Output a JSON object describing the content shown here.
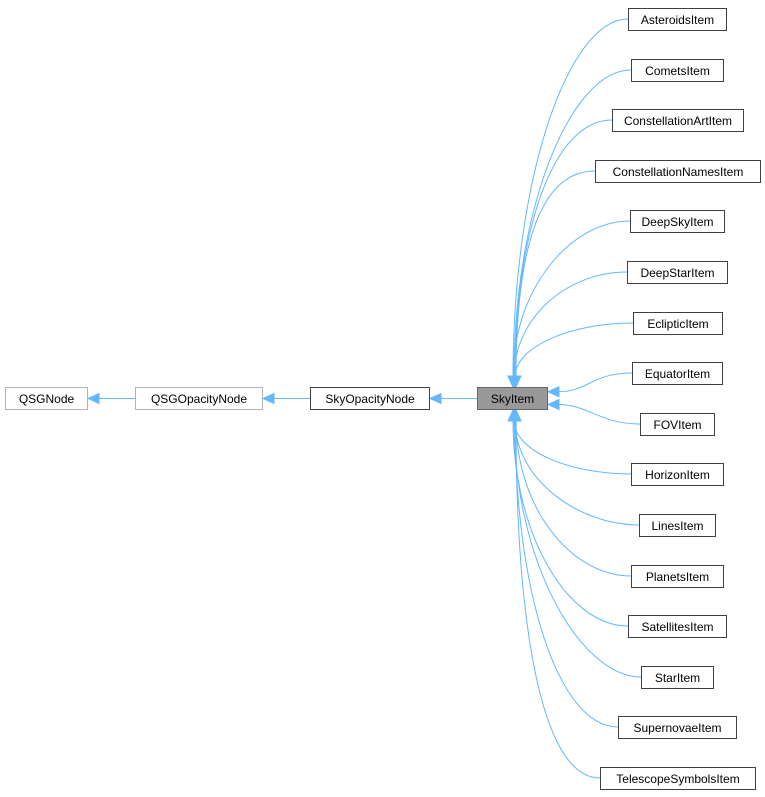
{
  "diagram": {
    "type": "inheritance-graph",
    "edge_color": "#63b8ff",
    "current_node_fill": "#999999",
    "chain": [
      {
        "id": "QSGNode",
        "label": "QSGNode",
        "style": "gray"
      },
      {
        "id": "QSGOpacityNode",
        "label": "QSGOpacityNode",
        "style": "gray"
      },
      {
        "id": "SkyOpacityNode",
        "label": "SkyOpacityNode",
        "style": "normal"
      },
      {
        "id": "SkyItem",
        "label": "SkyItem",
        "style": "current"
      }
    ],
    "children": [
      {
        "id": "AsteroidsItem",
        "label": "AsteroidsItem"
      },
      {
        "id": "CometsItem",
        "label": "CometsItem"
      },
      {
        "id": "ConstellationArtItem",
        "label": "ConstellationArtItem"
      },
      {
        "id": "ConstellationNamesItem",
        "label": "ConstellationNamesItem"
      },
      {
        "id": "DeepSkyItem",
        "label": "DeepSkyItem"
      },
      {
        "id": "DeepStarItem",
        "label": "DeepStarItem"
      },
      {
        "id": "EclipticItem",
        "label": "EclipticItem"
      },
      {
        "id": "EquatorItem",
        "label": "EquatorItem"
      },
      {
        "id": "FOVItem",
        "label": "FOVItem"
      },
      {
        "id": "HorizonItem",
        "label": "HorizonItem"
      },
      {
        "id": "LinesItem",
        "label": "LinesItem"
      },
      {
        "id": "PlanetsItem",
        "label": "PlanetsItem"
      },
      {
        "id": "SatellitesItem",
        "label": "SatellitesItem"
      },
      {
        "id": "StarItem",
        "label": "StarItem"
      },
      {
        "id": "SupernovaeItem",
        "label": "SupernovaeItem"
      },
      {
        "id": "TelescopeSymbolsItem",
        "label": "TelescopeSymbolsItem"
      }
    ]
  }
}
